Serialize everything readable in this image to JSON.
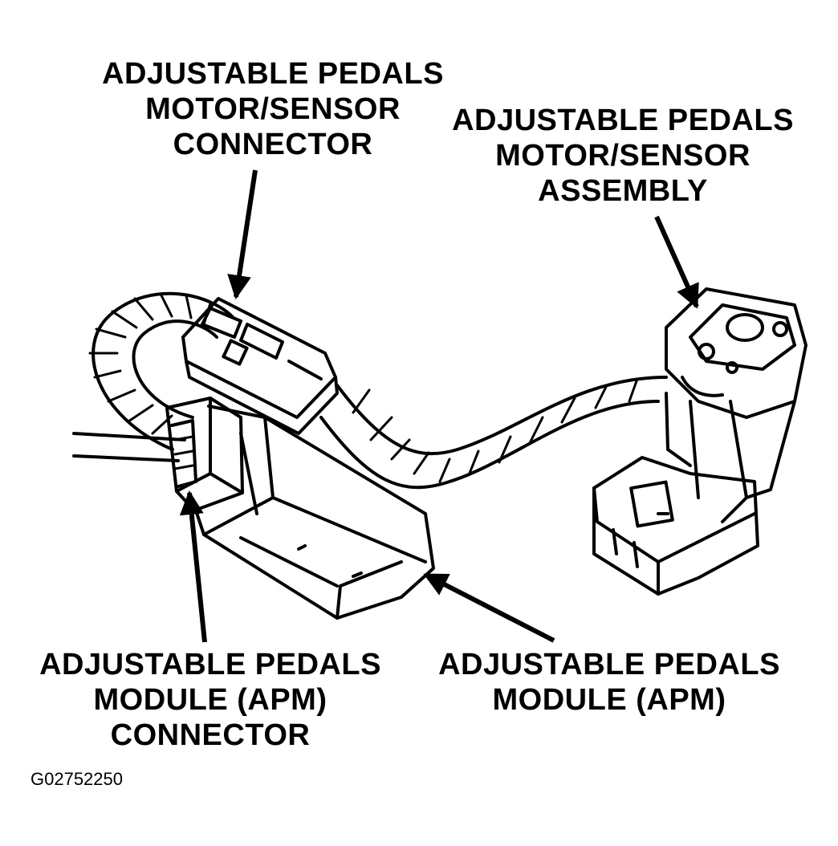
{
  "labels": {
    "motor_sensor_connector": [
      "ADJUSTABLE PEDALS",
      "MOTOR/SENSOR",
      "CONNECTOR"
    ],
    "motor_sensor_assembly": [
      "ADJUSTABLE PEDALS",
      "MOTOR/SENSOR",
      "ASSEMBLY"
    ],
    "apm_connector": [
      "ADJUSTABLE PEDALS",
      "MODULE (APM)",
      "CONNECTOR"
    ],
    "apm": [
      "ADJUSTABLE PEDALS",
      "MODULE (APM)"
    ]
  },
  "figure_id": "G02752250",
  "colors": {
    "ink": "#000000",
    "paper": "#ffffff"
  }
}
